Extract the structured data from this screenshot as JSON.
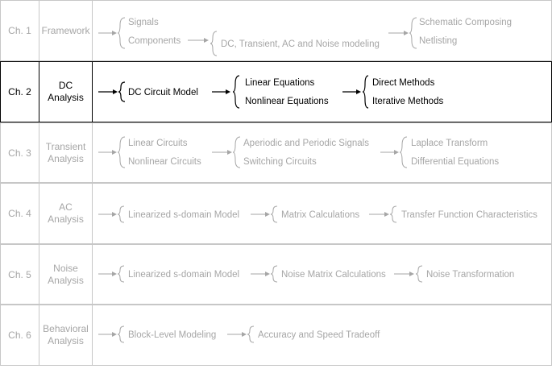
{
  "rows": [
    {
      "chapter": "Ch. 1",
      "title": "Framework",
      "level1": [
        "Signals",
        "Components"
      ],
      "level2": [
        "DC, Transient, AC and Noise modeling"
      ],
      "level3": [
        "Schematic Composing",
        "Netlisting"
      ]
    },
    {
      "chapter": "Ch. 2",
      "title": "DC\nAnalysis",
      "level1": [
        "DC Circuit Model"
      ],
      "level2": [
        "Linear Equations",
        "Nonlinear Equations"
      ],
      "level3": [
        "Direct Methods",
        "Iterative Methods"
      ]
    },
    {
      "chapter": "Ch. 3",
      "title": "Transient\nAnalysis",
      "level1": [
        "Linear Circuits",
        "Nonlinear Circuits"
      ],
      "level2": [
        "Aperiodic and Periodic Signals",
        "Switching Circuits"
      ],
      "level3": [
        "Laplace Transform",
        "Differential Equations"
      ]
    },
    {
      "chapter": "Ch. 4",
      "title": "AC\nAnalysis",
      "level1": [
        "Linearized s-domain Model"
      ],
      "level2": [
        "Matrix Calculations"
      ],
      "level3": [
        "Transfer Function Characteristics"
      ]
    },
    {
      "chapter": "Ch. 5",
      "title": "Noise\nAnalysis",
      "level1": [
        "Linearized s-domain Model"
      ],
      "level2": [
        "Noise Matrix Calculations"
      ],
      "level3": [
        "Noise Transformation"
      ]
    },
    {
      "chapter": "Ch. 6",
      "title": "Behavioral\nAnalysis",
      "level1": [
        "Block-Level Modeling"
      ],
      "level2": [
        "Accuracy and Speed Tradeoff"
      ],
      "level3": []
    }
  ]
}
